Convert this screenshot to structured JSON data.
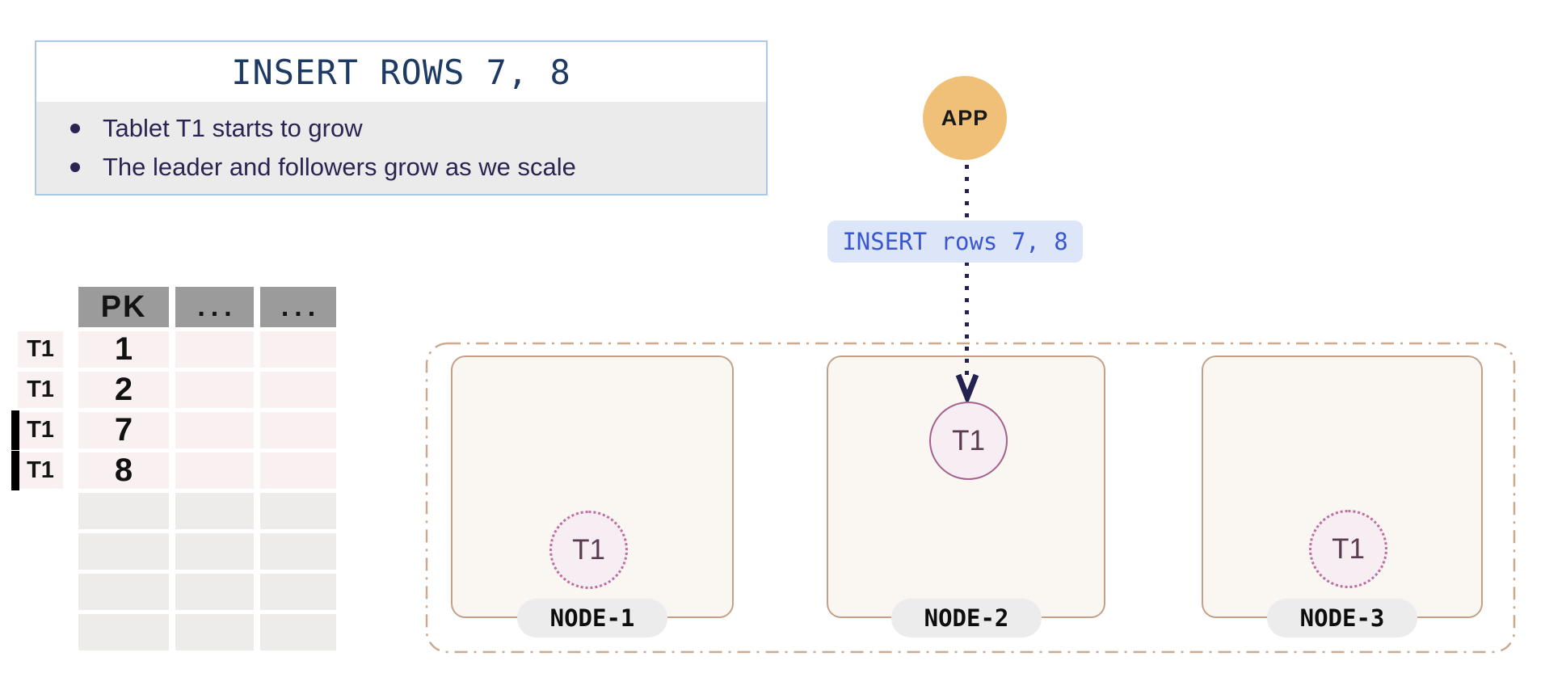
{
  "callout": {
    "title": "INSERT ROWS 7, 8",
    "bullets": [
      "Tablet T1 starts to grow",
      "The leader and followers grow as we scale"
    ]
  },
  "app": {
    "label": "APP"
  },
  "query": {
    "text": "INSERT rows 7, 8"
  },
  "table": {
    "headers": [
      "PK",
      "...",
      "..."
    ],
    "rows": [
      {
        "tablet": "T1",
        "pk": "1",
        "inserted": false
      },
      {
        "tablet": "T1",
        "pk": "2",
        "inserted": false
      },
      {
        "tablet": "T1",
        "pk": "7",
        "inserted": true
      },
      {
        "tablet": "T1",
        "pk": "8",
        "inserted": true
      }
    ],
    "empty_row_count": 4
  },
  "cluster": {
    "nodes": [
      {
        "name": "NODE-1",
        "tablet": {
          "label": "T1",
          "role": "follower"
        }
      },
      {
        "name": "NODE-2",
        "tablet": {
          "label": "T1",
          "role": "leader"
        }
      },
      {
        "name": "NODE-3",
        "tablet": {
          "label": "T1",
          "role": "follower"
        }
      }
    ]
  },
  "colors": {
    "callout_border": "#ABC8E8",
    "callout_body_bg": "#EBEBEB",
    "title_text": "#1C3A63",
    "bullet_text": "#2B2452",
    "app_fill": "#F1C078",
    "query_bg": "#DCE6F8",
    "query_text": "#3A57CE",
    "arrow": "#23214F",
    "cluster_border": "#CBA98C",
    "node_fill": "#FAF7F3",
    "node_border": "#C2A188",
    "node_pill_bg": "#ECECEC",
    "tablet_fill": "#F6EEF3",
    "tablet_leader_border": "#A3628C",
    "tablet_follower_border": "#BC6F9C",
    "tablet_text": "#5A3B50",
    "table_header_bg": "#9C9B9B",
    "table_row_pink": "#F8F0F1",
    "table_row_gray": "#EDECEB",
    "insert_marker": "#000000"
  }
}
